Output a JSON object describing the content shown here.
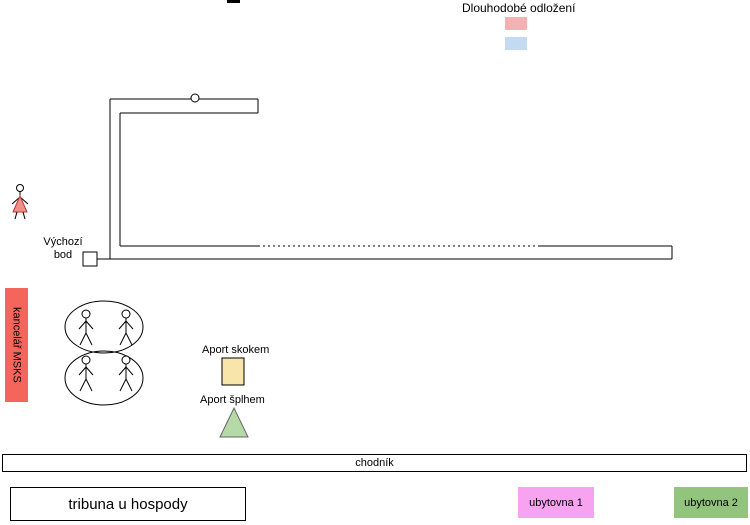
{
  "legend": {
    "title": "Dlouhodobé odložení",
    "spot1_color": "#f2b2b2",
    "spot2_color": "#c4d9f2"
  },
  "start_point": {
    "label_line1": "Výchozí",
    "label_line2": "bod"
  },
  "office": {
    "label": "kancelář MSKS",
    "color": "#f4655c"
  },
  "apport_jump": {
    "label": "Aport skokem",
    "color": "#f8e5aa"
  },
  "apport_wall": {
    "label": "Aport šplhem",
    "color": "#b6d9a8"
  },
  "sidewalk": {
    "label": "chodník"
  },
  "grandstand": {
    "label": "tribuna u hospody"
  },
  "dorm1": {
    "label": "ubytovna 1",
    "color": "#f7a3ef"
  },
  "dorm2": {
    "label": "ubytovna 2",
    "color": "#93c47d"
  },
  "helper_figure": {
    "fill": "#f0908a",
    "stroke": "#c0392b"
  }
}
